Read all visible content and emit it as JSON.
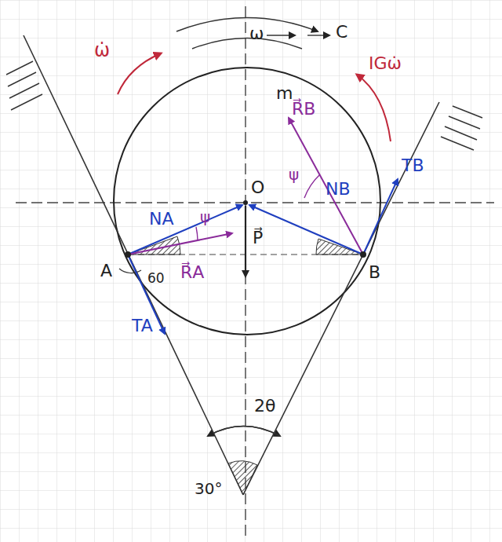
{
  "diagram": {
    "labels": [
      "ω̇",
      "ω",
      "C",
      "IGω̇",
      "m",
      "O",
      "R⃗B",
      "ψ",
      "NB",
      "TB",
      "NA",
      "ψ",
      "P⃗",
      "R⃗A",
      "A",
      "B",
      "60",
      "TA",
      "2θ",
      "30°"
    ]
  }
}
